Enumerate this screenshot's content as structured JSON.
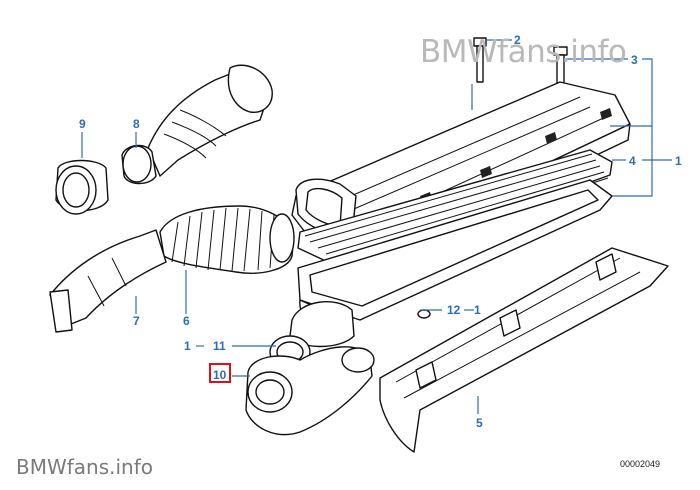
{
  "watermark_top": "BMWfans.info",
  "watermark_bottom": "BMWfans.info",
  "figure_number": "00002049",
  "highlighted_part": "10",
  "callouts": {
    "c2": "2",
    "c3": "3",
    "c4": "4",
    "c1_right": "1",
    "c9": "9",
    "c8": "8",
    "c7": "7",
    "c6": "6",
    "c12": "12",
    "c1_mid": "1",
    "c1_left": "1",
    "c11": "11",
    "c10": "10",
    "c5": "5"
  }
}
